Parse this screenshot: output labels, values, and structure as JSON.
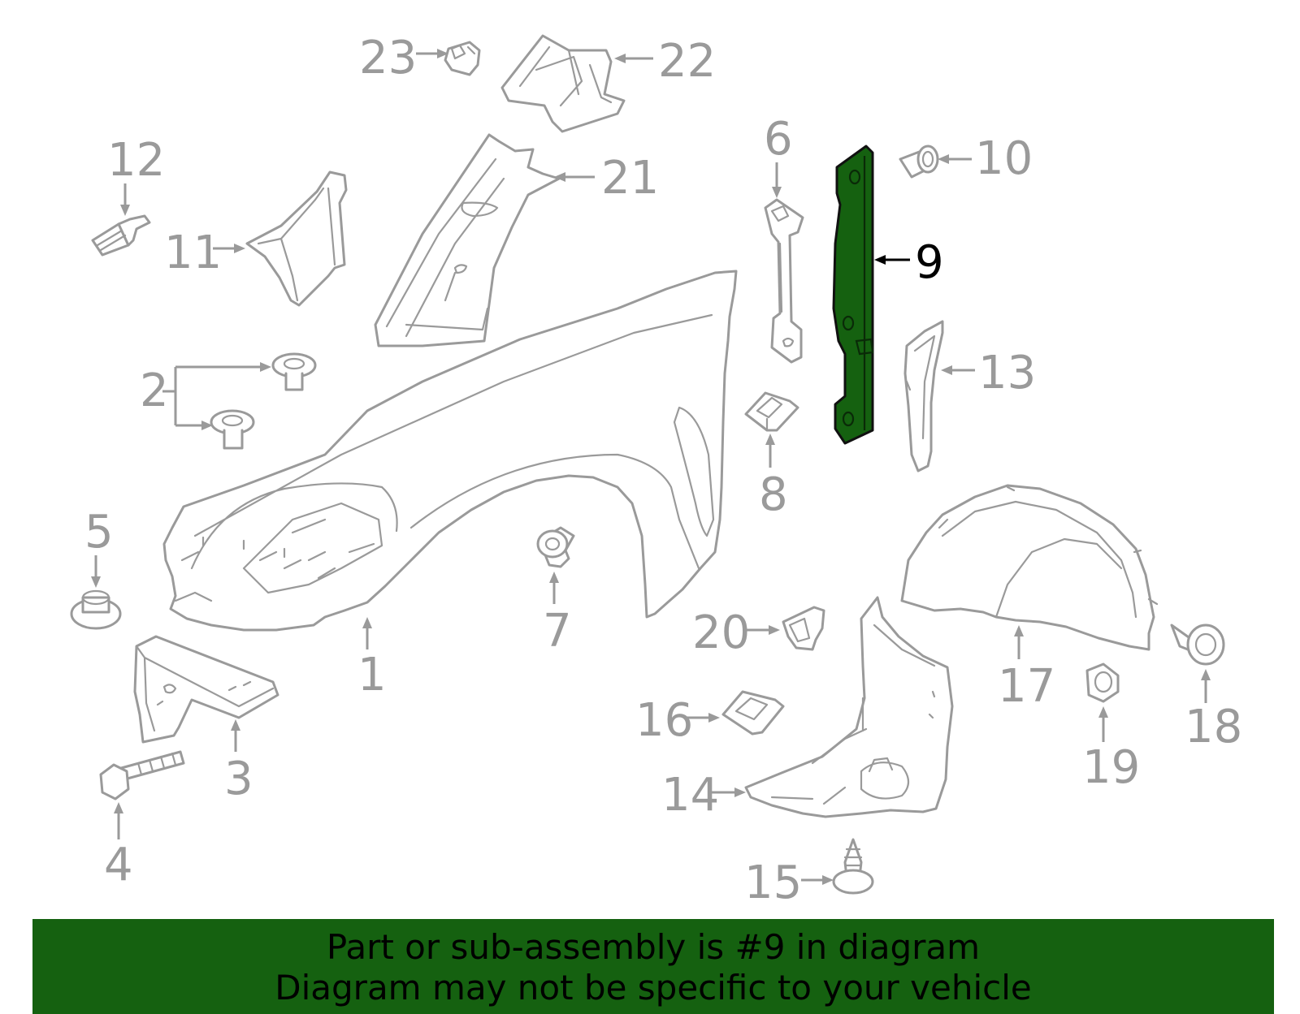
{
  "callouts": {
    "c1": "1",
    "c2": "2",
    "c3": "3",
    "c4": "4",
    "c5": "5",
    "c6": "6",
    "c7": "7",
    "c8": "8",
    "c9": "9",
    "c10": "10",
    "c11": "11",
    "c12": "12",
    "c13": "13",
    "c14": "14",
    "c15": "15",
    "c16": "16",
    "c17": "17",
    "c18": "18",
    "c19": "19",
    "c20": "20",
    "c21": "21",
    "c22": "22",
    "c23": "23"
  },
  "highlighted_part": "9",
  "colors": {
    "highlight": "#156110",
    "line_art": "#9a9a9a",
    "highlight_label": "#000000",
    "banner_background": "#156110"
  },
  "banner": {
    "line1": "Part or sub-assembly is #9 in diagram",
    "line2": "Diagram may not be specific to your vehicle"
  }
}
